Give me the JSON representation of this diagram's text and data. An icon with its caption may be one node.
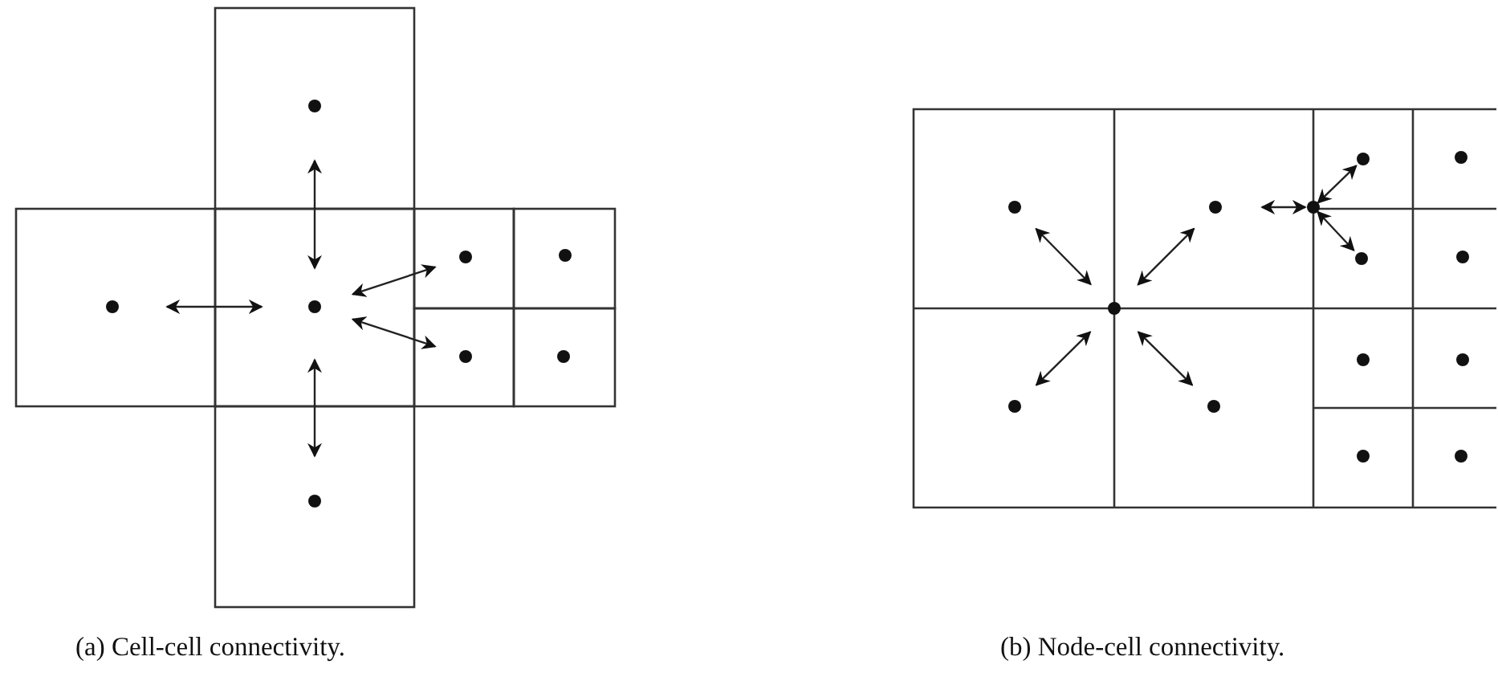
{
  "diagram": {
    "nodes": [
      {
        "text": [],
        "shape": "circle"
      },
      {
        "text": [],
        "shape": "circle"
      },
      {
        "text": [],
        "shape": "circle"
      },
      {
        "text": [],
        "shape": "circle"
      },
      {
        "text": [],
        "shape": "circle"
      },
      {
        "text": [],
        "shape": "circle"
      },
      {
        "text": [],
        "shape": "circle"
      },
      {
        "text": [],
        "shape": "circle"
      },
      {
        "text": [],
        "shape": "circle"
      },
      {
        "text": [],
        "shape": "circle"
      },
      {
        "text": [],
        "shape": "circle"
      },
      {
        "text": [],
        "shape": "circle"
      },
      {
        "text": [],
        "shape": "circle"
      },
      {
        "text": [],
        "shape": "circle"
      },
      {
        "text": [],
        "shape": "circle"
      },
      {
        "text": [],
        "shape": "circle"
      },
      {
        "text": [],
        "shape": "circle"
      },
      {
        "text": [],
        "shape": "circle"
      },
      {
        "text": [],
        "shape": "circle"
      },
      {
        "text": [],
        "shape": "circle"
      },
      {
        "text": [],
        "shape": "circle"
      },
      {
        "text": [],
        "shape": "circle"
      }
    ],
    "edges": [
      {
        "from": 2,
        "to": 0,
        "arrow": "both"
      },
      {
        "from": 1,
        "to": 2,
        "arrow": "both"
      },
      {
        "from": 2,
        "to": 3,
        "arrow": "both"
      },
      {
        "from": 2,
        "to": 5,
        "arrow": "both"
      },
      {
        "from": 2,
        "to": 7,
        "arrow": "both"
      },
      {
        "from": 15,
        "to": 8,
        "arrow": "both"
      },
      {
        "from": 15,
        "to": 9,
        "arrow": "both"
      },
      {
        "from": 15,
        "to": 16,
        "arrow": "both"
      },
      {
        "from": 15,
        "to": 17,
        "arrow": "both"
      },
      {
        "from": 10,
        "to": 9,
        "arrow": "both"
      },
      {
        "from": 10,
        "to": 11,
        "arrow": "both"
      },
      {
        "from": 10,
        "to": 13,
        "arrow": "both"
      }
    ],
    "labels": [
      "(a) Cell-cell connectivity.",
      "(b) Node-cell connectivity."
    ]
  }
}
